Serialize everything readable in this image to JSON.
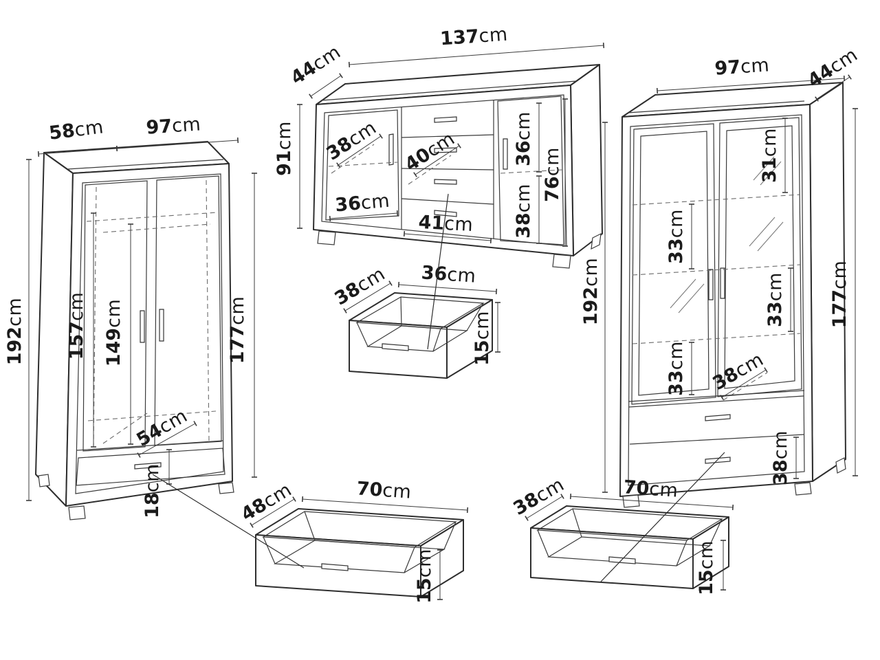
{
  "diagram": {
    "type": "furniture-dimension-line-drawing",
    "background_color": "#ffffff",
    "line_color": "#2e2e2e",
    "unit": "cm",
    "pieces": [
      "wardrobe",
      "sideboard",
      "small_drawer",
      "display_cabinet",
      "wide_drawer",
      "flat_drawer"
    ]
  },
  "labels": {
    "wardrobe": {
      "depth": {
        "v": "58",
        "u": "cm"
      },
      "width": {
        "v": "97",
        "u": "cm"
      },
      "height": {
        "v": "192",
        "u": "cm"
      },
      "interior_height": {
        "v": "157",
        "u": "cm"
      },
      "hanging_height": {
        "v": "149",
        "u": "cm"
      },
      "door_height": {
        "v": "177",
        "u": "cm"
      },
      "interior_depth": {
        "v": "54",
        "u": "cm"
      },
      "drawer_front_height": {
        "v": "18",
        "u": "cm"
      }
    },
    "sideboard": {
      "depth": {
        "v": "44",
        "u": "cm"
      },
      "width": {
        "v": "137",
        "u": "cm"
      },
      "height": {
        "v": "91",
        "u": "cm"
      },
      "shelf_depth": {
        "v": "38",
        "u": "cm"
      },
      "drawer_width": {
        "v": "40",
        "u": "cm"
      },
      "compartment_width": {
        "v": "36",
        "u": "cm"
      },
      "drawer_section_width": {
        "v": "41",
        "u": "cm"
      },
      "upper_section_height": {
        "v": "36",
        "u": "cm"
      },
      "lower_section_height": {
        "v": "38",
        "u": "cm"
      },
      "interior_height": {
        "v": "76",
        "u": "cm"
      }
    },
    "small_drawer": {
      "depth": {
        "v": "38",
        "u": "cm"
      },
      "width": {
        "v": "36",
        "u": "cm"
      },
      "height": {
        "v": "15",
        "u": "cm"
      }
    },
    "cabinet": {
      "width": {
        "v": "97",
        "u": "cm"
      },
      "depth": {
        "v": "44",
        "u": "cm"
      },
      "height": {
        "v": "192",
        "u": "cm"
      },
      "side_height": {
        "v": "177",
        "u": "cm"
      },
      "top_shelf_gap": {
        "v": "31",
        "u": "cm"
      },
      "shelf_gap_1": {
        "v": "33",
        "u": "cm"
      },
      "shelf_gap_2": {
        "v": "33",
        "u": "cm"
      },
      "shelf_gap_3": {
        "v": "33",
        "u": "cm"
      },
      "interior_depth": {
        "v": "38",
        "u": "cm"
      },
      "drawer_front_height": {
        "v": "38",
        "u": "cm"
      }
    },
    "wide_drawer": {
      "depth": {
        "v": "48",
        "u": "cm"
      },
      "width": {
        "v": "70",
        "u": "cm"
      },
      "height": {
        "v": "15",
        "u": "cm"
      }
    },
    "flat_drawer": {
      "depth": {
        "v": "38",
        "u": "cm"
      },
      "width": {
        "v": "70",
        "u": "cm"
      },
      "height": {
        "v": "15",
        "u": "cm"
      }
    }
  }
}
